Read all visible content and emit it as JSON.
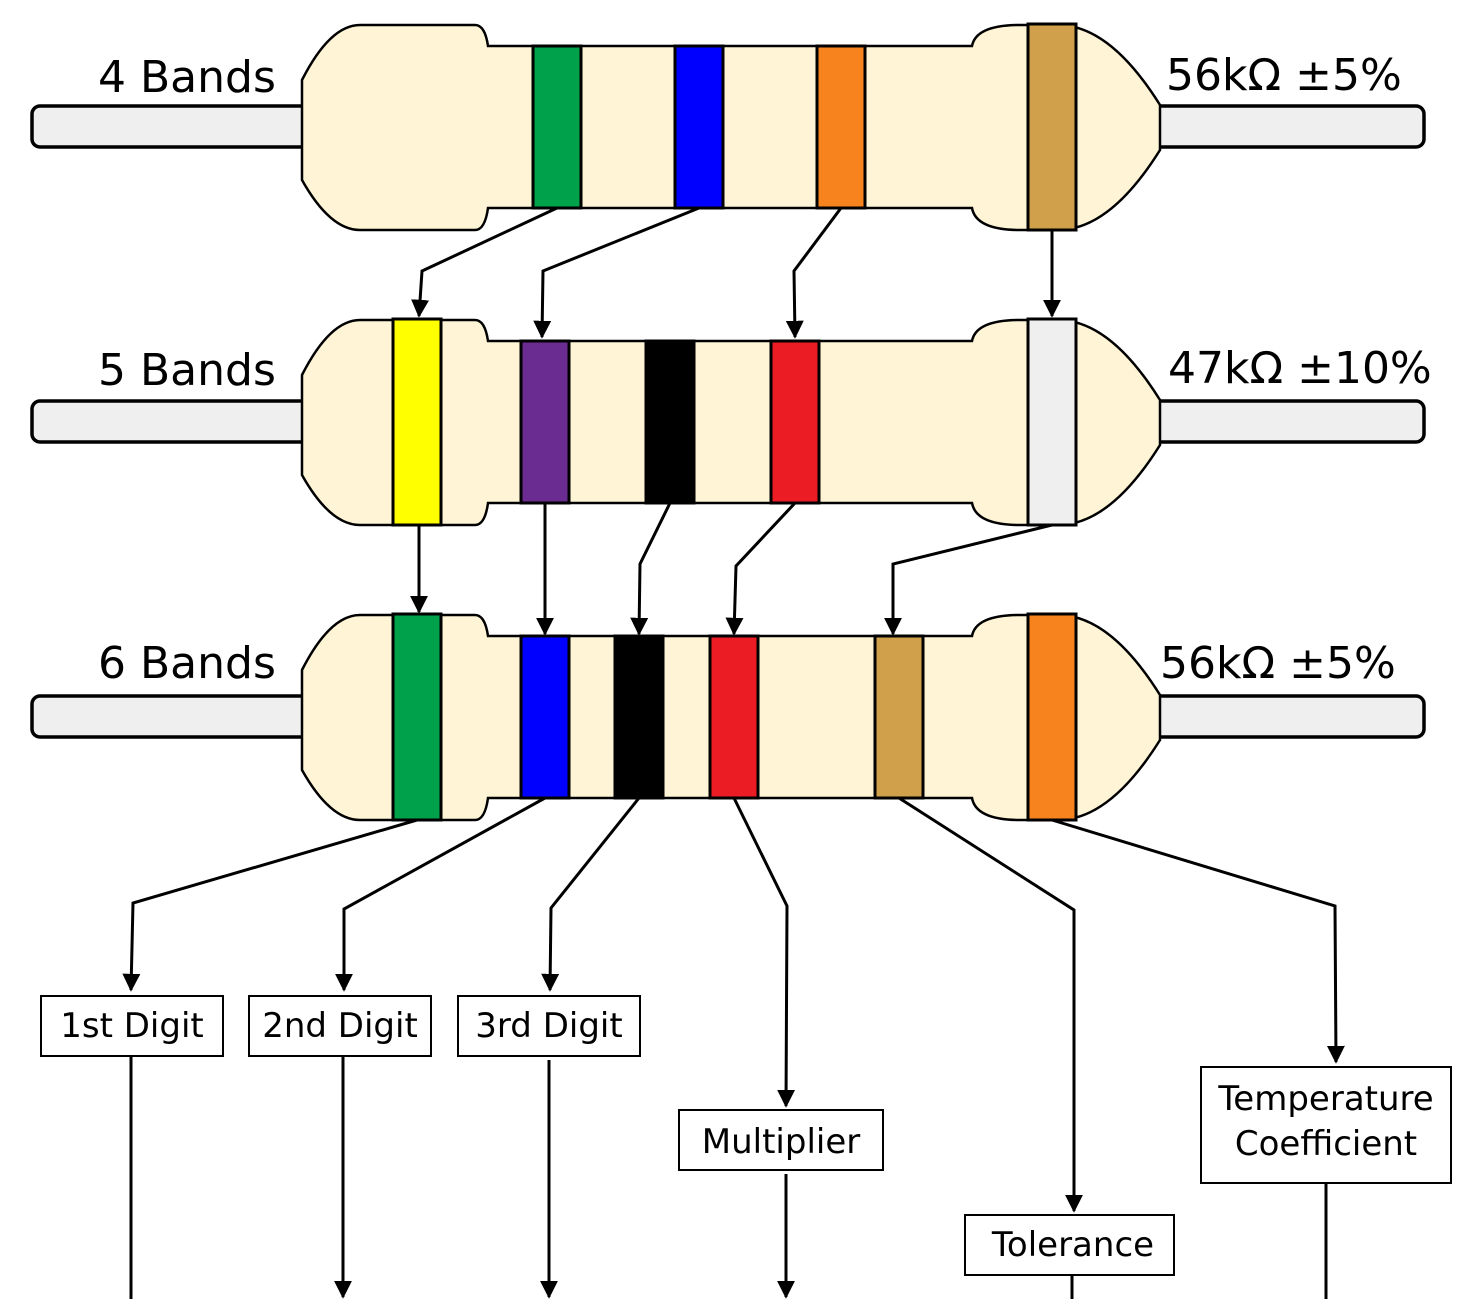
{
  "resistors": [
    {
      "label": "4 Bands",
      "value": "56kΩ ±5%",
      "bands": [
        "#00A14B",
        "#0000FF",
        "#F7831F",
        "#D0A04A"
      ]
    },
    {
      "label": "5 Bands",
      "value": "47kΩ ±10%",
      "bands": [
        "#FFFF00",
        "#6B2C91",
        "#000000",
        "#EC1C24",
        "#EFEFEF"
      ]
    },
    {
      "label": "6 Bands",
      "value": "56kΩ ±5%",
      "bands": [
        "#00A14B",
        "#0000FF",
        "#000000",
        "#EC1C24",
        "#D0A04A",
        "#F7831F"
      ]
    }
  ],
  "band_functions": {
    "first_digit": "1st Digit",
    "second_digit": "2nd Digit",
    "third_digit": "3rd Digit",
    "multiplier": "Multiplier",
    "tolerance": "Tolerance",
    "temperature_coefficient_line1": "Temperature",
    "temperature_coefficient_line2": "Coefficient"
  },
  "colors": {
    "body": "#FFF5D6",
    "lead": "#EFEFEF",
    "outline": "#000000"
  }
}
